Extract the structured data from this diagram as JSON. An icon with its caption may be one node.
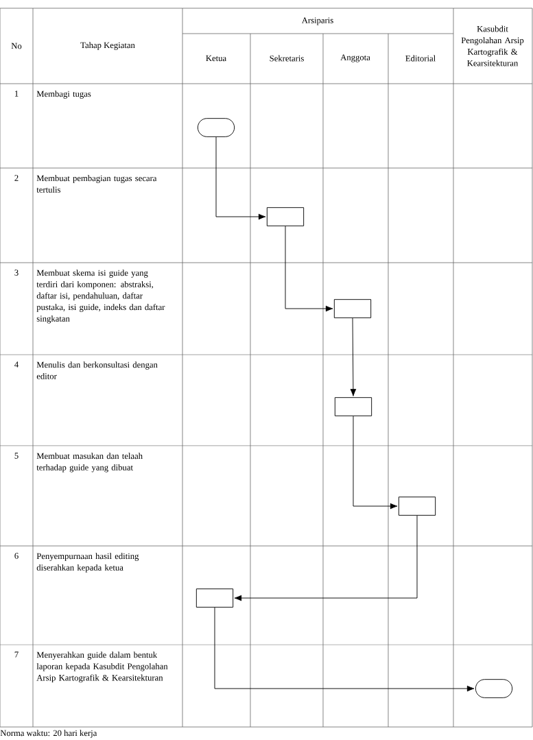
{
  "diagram": {
    "nodes": [
      {
        "text": [],
        "shape": "stadium"
      },
      {
        "text": [],
        "shape": "box"
      },
      {
        "text": [],
        "shape": "box"
      },
      {
        "text": [],
        "shape": "box"
      },
      {
        "text": [],
        "shape": "box"
      },
      {
        "text": [],
        "shape": "box"
      },
      {
        "text": [],
        "shape": "stadium"
      }
    ],
    "edges": [
      {
        "from": 0,
        "to": 1,
        "arrow": "to"
      },
      {
        "from": 1,
        "to": 2,
        "arrow": "to"
      },
      {
        "from": 2,
        "to": 3,
        "arrow": "to"
      },
      {
        "from": 3,
        "to": 4,
        "arrow": "to"
      },
      {
        "from": 4,
        "to": 5,
        "arrow": "to"
      },
      {
        "from": 5,
        "to": 6,
        "arrow": "to"
      }
    ],
    "labels": [
      "No",
      "Tahap Kegiatan",
      "Arsiparis",
      "Kasubdit Pengolahan Arsip Kartografik & Kearsitekturan",
      "Ketua",
      "Sekretaris",
      "Anggota",
      "Editorial",
      "1",
      "Membagi tugas",
      "2",
      "Membuat pembagian tugas secara tertulis",
      "3",
      "Membuat skema isi guide yang terdiri dari komponen: abstraksi, daftar isi, pendahuluan, daftar pustaka, isi guide, indeks dan daftar singkatan",
      "4",
      "Menulis dan berkonsultasi dengan editor",
      "5",
      "Membuat masukan dan telaah terhadap guide yang dibuat",
      "6",
      "Penyempurnaan hasil editing diserahkan kepada ketua",
      "7",
      "Menyerahkan guide dalam bentuk laporan kepada Kasubdit Pengolahan Arsip Kartografik & Kearsitekturan",
      "Norma waktu: 20 hari kerja"
    ]
  }
}
